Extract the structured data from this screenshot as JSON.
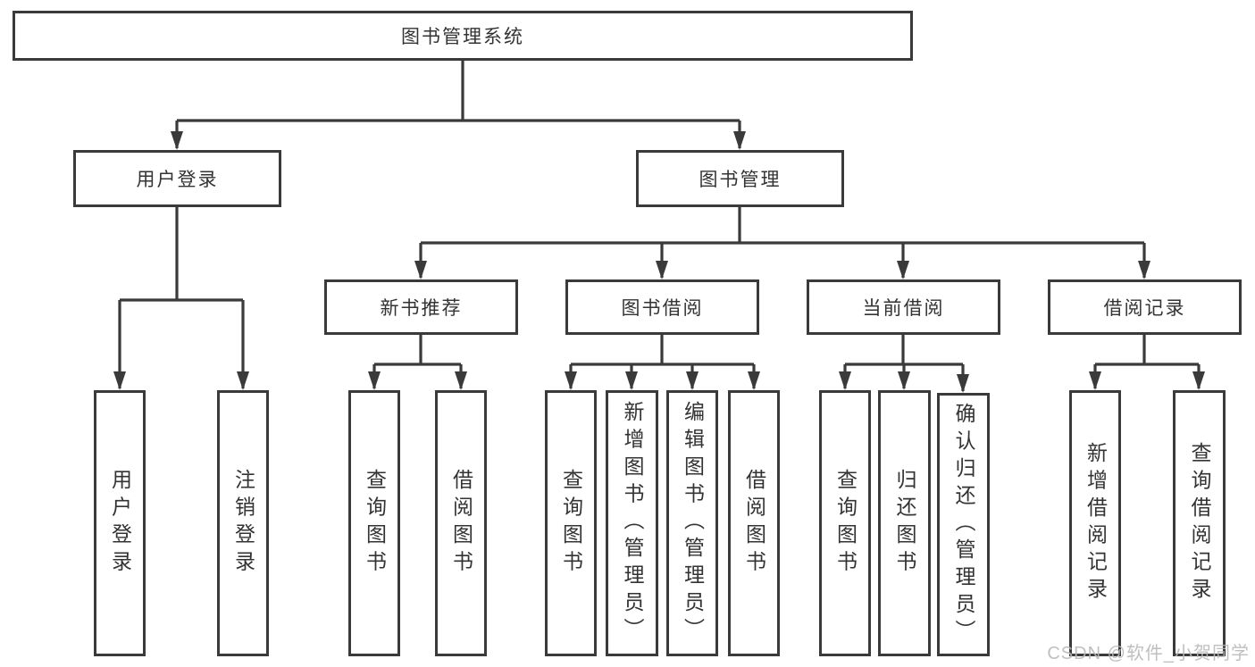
{
  "tree": {
    "root": "图书管理系统",
    "level2": [
      {
        "label": "用户登录",
        "leaves": [
          "用户登录",
          "注销登录"
        ]
      },
      {
        "label": "图书管理",
        "children": [
          {
            "label": "新书推荐",
            "leaves": [
              "查询图书",
              "借阅图书"
            ]
          },
          {
            "label": "图书借阅",
            "leaves": [
              "查询图书",
              "新增图书（管理员）",
              "编辑图书（管理员）",
              "借阅图书"
            ]
          },
          {
            "label": "当前借阅",
            "leaves": [
              "查询图书",
              "归还图书",
              "确认归还（管理员）"
            ]
          },
          {
            "label": "借阅记录",
            "leaves": [
              "新增借阅记录",
              "查询借阅记录"
            ]
          }
        ]
      }
    ]
  },
  "watermark": "CSDN @软件_小贺同学",
  "colors": {
    "line": "#3a3a3a",
    "text": "#333333",
    "box_background": "#ffffff",
    "watermark": "#b9b9b9",
    "background": "#ffffff"
  }
}
